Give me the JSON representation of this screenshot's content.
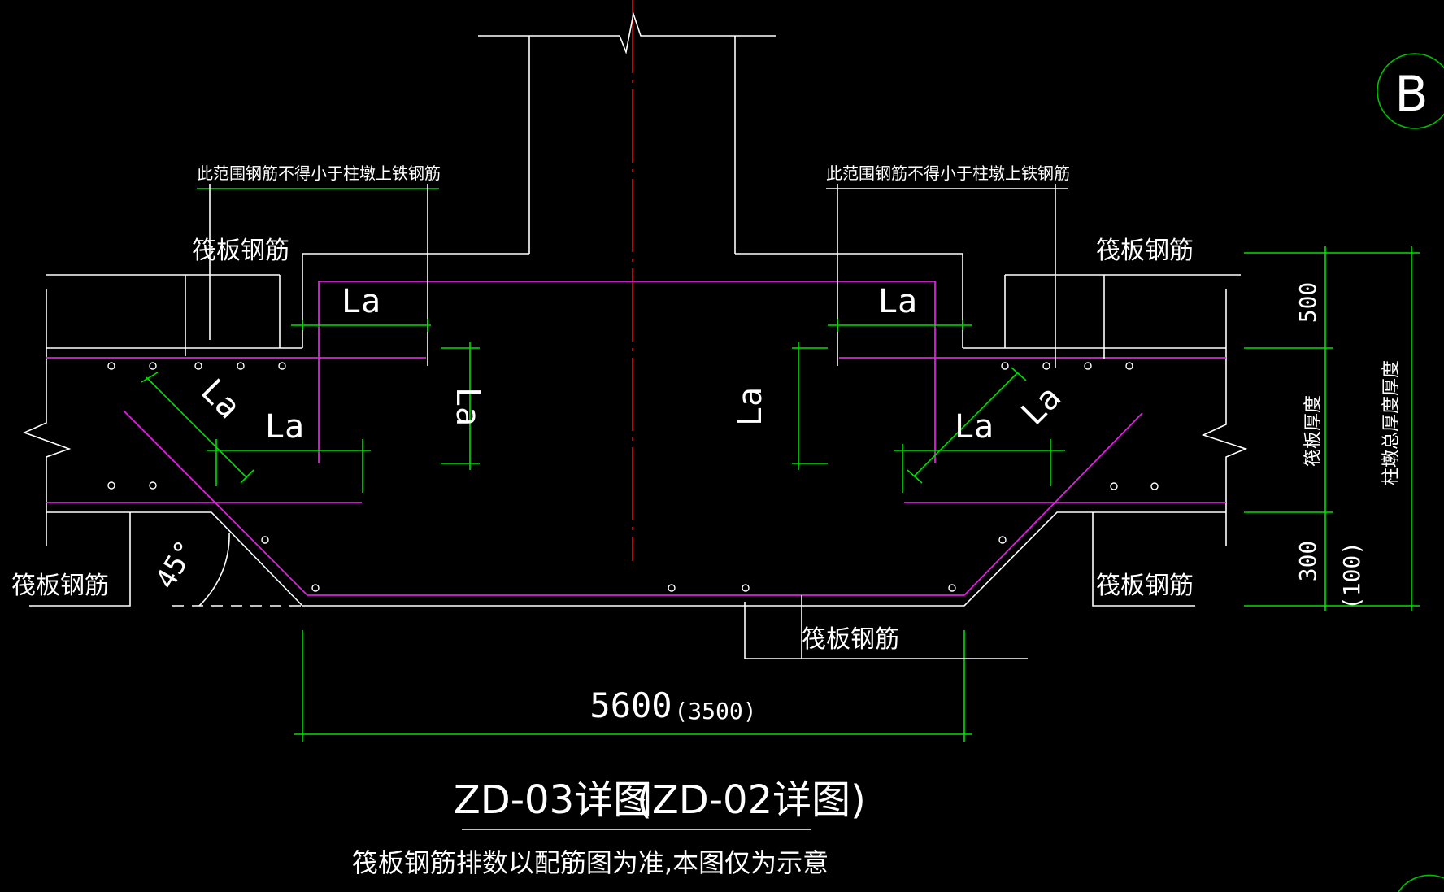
{
  "drawing": {
    "grid_bubble": "B",
    "range_note_left": "此范围钢筋不得小于柱墩上铁钢筋",
    "range_note_right": "此范围钢筋不得小于柱墩上铁钢筋",
    "raft_rebar": "筏板钢筋",
    "anchorage": "La",
    "angle": "45°",
    "dim_thickness_top": "500",
    "dim_thickness_bottom": "300",
    "dim_thickness_bottom_alt": "(100)",
    "raft_thickness_label": "筏板厚度",
    "pier_thickness_label": "柱墩总厚度厚度",
    "width_dim": "5600",
    "width_dim_alt": "(3500)",
    "title_main": "ZD-03详图",
    "title_alt": "(ZD-02详图)",
    "note": "筏板钢筋排数以配筋图为准,本图仅为示意"
  },
  "colors": {
    "background": "#000000",
    "outline": "#ffffff",
    "dimension": "#00e000",
    "rebar": "#e020e0",
    "centerline": "#e01010",
    "bubble": "#00c000"
  }
}
